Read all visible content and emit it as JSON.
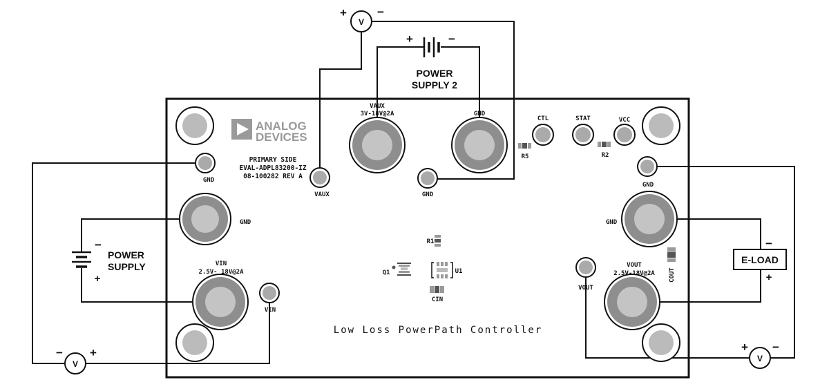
{
  "board": {
    "title": "Low Loss PowerPath Controller",
    "logo_line1": "ANALOG",
    "logo_line2": "DEVICES",
    "primary_side": "PRIMARY SIDE",
    "part_number": "EVAL-ADPL83200-IZ",
    "revision": "08-100282 REV A"
  },
  "terminals": {
    "vaux_big": "VAUX",
    "vaux_range": "3V-18V@2A",
    "gnd_top": "GND",
    "ctl": "CTL",
    "stat": "STAT",
    "vcc": "VCC",
    "gnd_top_right": "GND",
    "gnd_top_left": "GND",
    "vaux_small": "VAUX",
    "gnd_small_center": "GND",
    "gnd_left": "GND",
    "vin_big": "VIN",
    "vin_range": "2.5V- 18V@2A",
    "vin_small": "VIN",
    "gnd_right": "GND",
    "vout_big": "VOUT",
    "vout_range": "2.5V-18V@2A",
    "vout_small": "VOUT"
  },
  "components": {
    "r5": "R5",
    "r2": "R2",
    "r1": "R1",
    "q1": "Q1",
    "u1": "U1",
    "cin": "CIN",
    "cout": "COUT"
  },
  "external": {
    "power_supply_2_line1": "POWER",
    "power_supply_2_line2": "SUPPLY 2",
    "power_supply_line1": "POWER",
    "power_supply_line2": "SUPPLY",
    "eload": "E-LOAD",
    "meter": "V",
    "plus": "+",
    "minus": "−"
  }
}
